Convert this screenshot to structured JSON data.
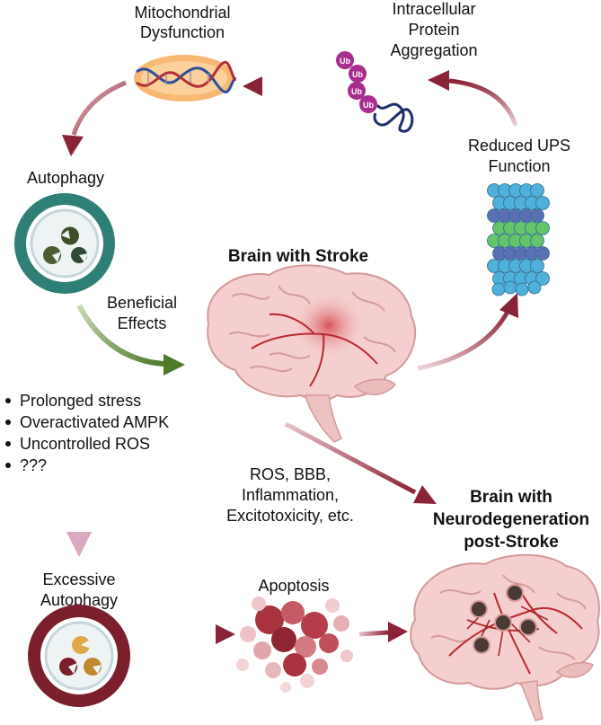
{
  "labels": {
    "mito_line1": "Mitochondrial",
    "mito_line2": "Dysfunction",
    "protein_line1": "Intracellular",
    "protein_line2": "Protein",
    "protein_line3": "Aggregation",
    "ups_line1": "Reduced UPS",
    "ups_line2": "Function",
    "autophagy": "Autophagy",
    "beneficial_line1": "Beneficial",
    "beneficial_line2": "Effects",
    "brain_stroke": "Brain with Stroke",
    "factors": [
      "Prolonged stress",
      "Overactivated AMPK",
      "Uncontrolled ROS",
      "???"
    ],
    "ros_line1": "ROS, BBB,",
    "ros_line2": "Inflammation,",
    "ros_line3": "Excitotoxicity, etc.",
    "neuro_line1": "Brain with",
    "neuro_line2": "Neurodegeneration",
    "neuro_line3": "post-Stroke",
    "excessive_line1": "Excessive",
    "excessive_line2": "Autophagy",
    "apoptosis": "Apoptosis",
    "ub": [
      "Ub",
      "Ub",
      "Ub",
      "Ub"
    ]
  },
  "colors": {
    "arrow_red": "#8b2338",
    "arrow_green": "#4f7a2a",
    "arrow_pink": "#d9a9c0",
    "autophagy_ring": "#2e8077",
    "excessive_ring": "#7a1f2b",
    "brain_fill": "#f5cfcf",
    "ub_purple": "#a82d8e"
  }
}
